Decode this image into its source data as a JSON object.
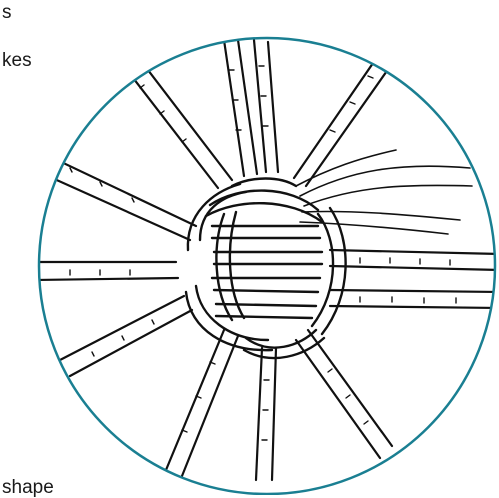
{
  "figure": {
    "text_fragments": [
      "s",
      "kes",
      "shape"
    ],
    "illustration": "woven-basket-base-icon",
    "colors": {
      "circle_border": "#1a7f92",
      "ink": "#111111",
      "background": "#ffffff",
      "text": "#1a1a1a"
    }
  }
}
